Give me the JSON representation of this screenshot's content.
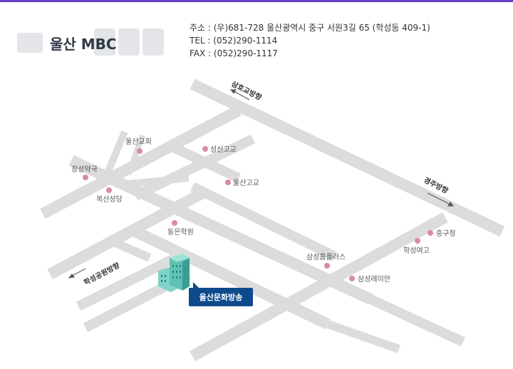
{
  "header": {
    "logo_text": "울산 MBC",
    "address": "주소 : (우)681-728 울산광역시 중구 서원3길 65 (학성동 409-1)",
    "tel": "TEL : (052)290-1114",
    "fax": "FAX : (052)290-1117",
    "accent_color": "#6a3fc1"
  },
  "map": {
    "directions": [
      "삼호교방향",
      "경주방향",
      "학성공원방향"
    ],
    "landmarks": [
      "울산교회",
      "성신고교",
      "창성약국",
      "울산고교",
      "복산성당",
      "동은학원",
      "중구청",
      "학성여고",
      "삼성홈플러스",
      "삼성레미안"
    ],
    "destination": "울산문화방송",
    "destination_color": "#0d4a8c",
    "marker_color": "#d98aa6",
    "road_color": "#dcdcdc"
  }
}
